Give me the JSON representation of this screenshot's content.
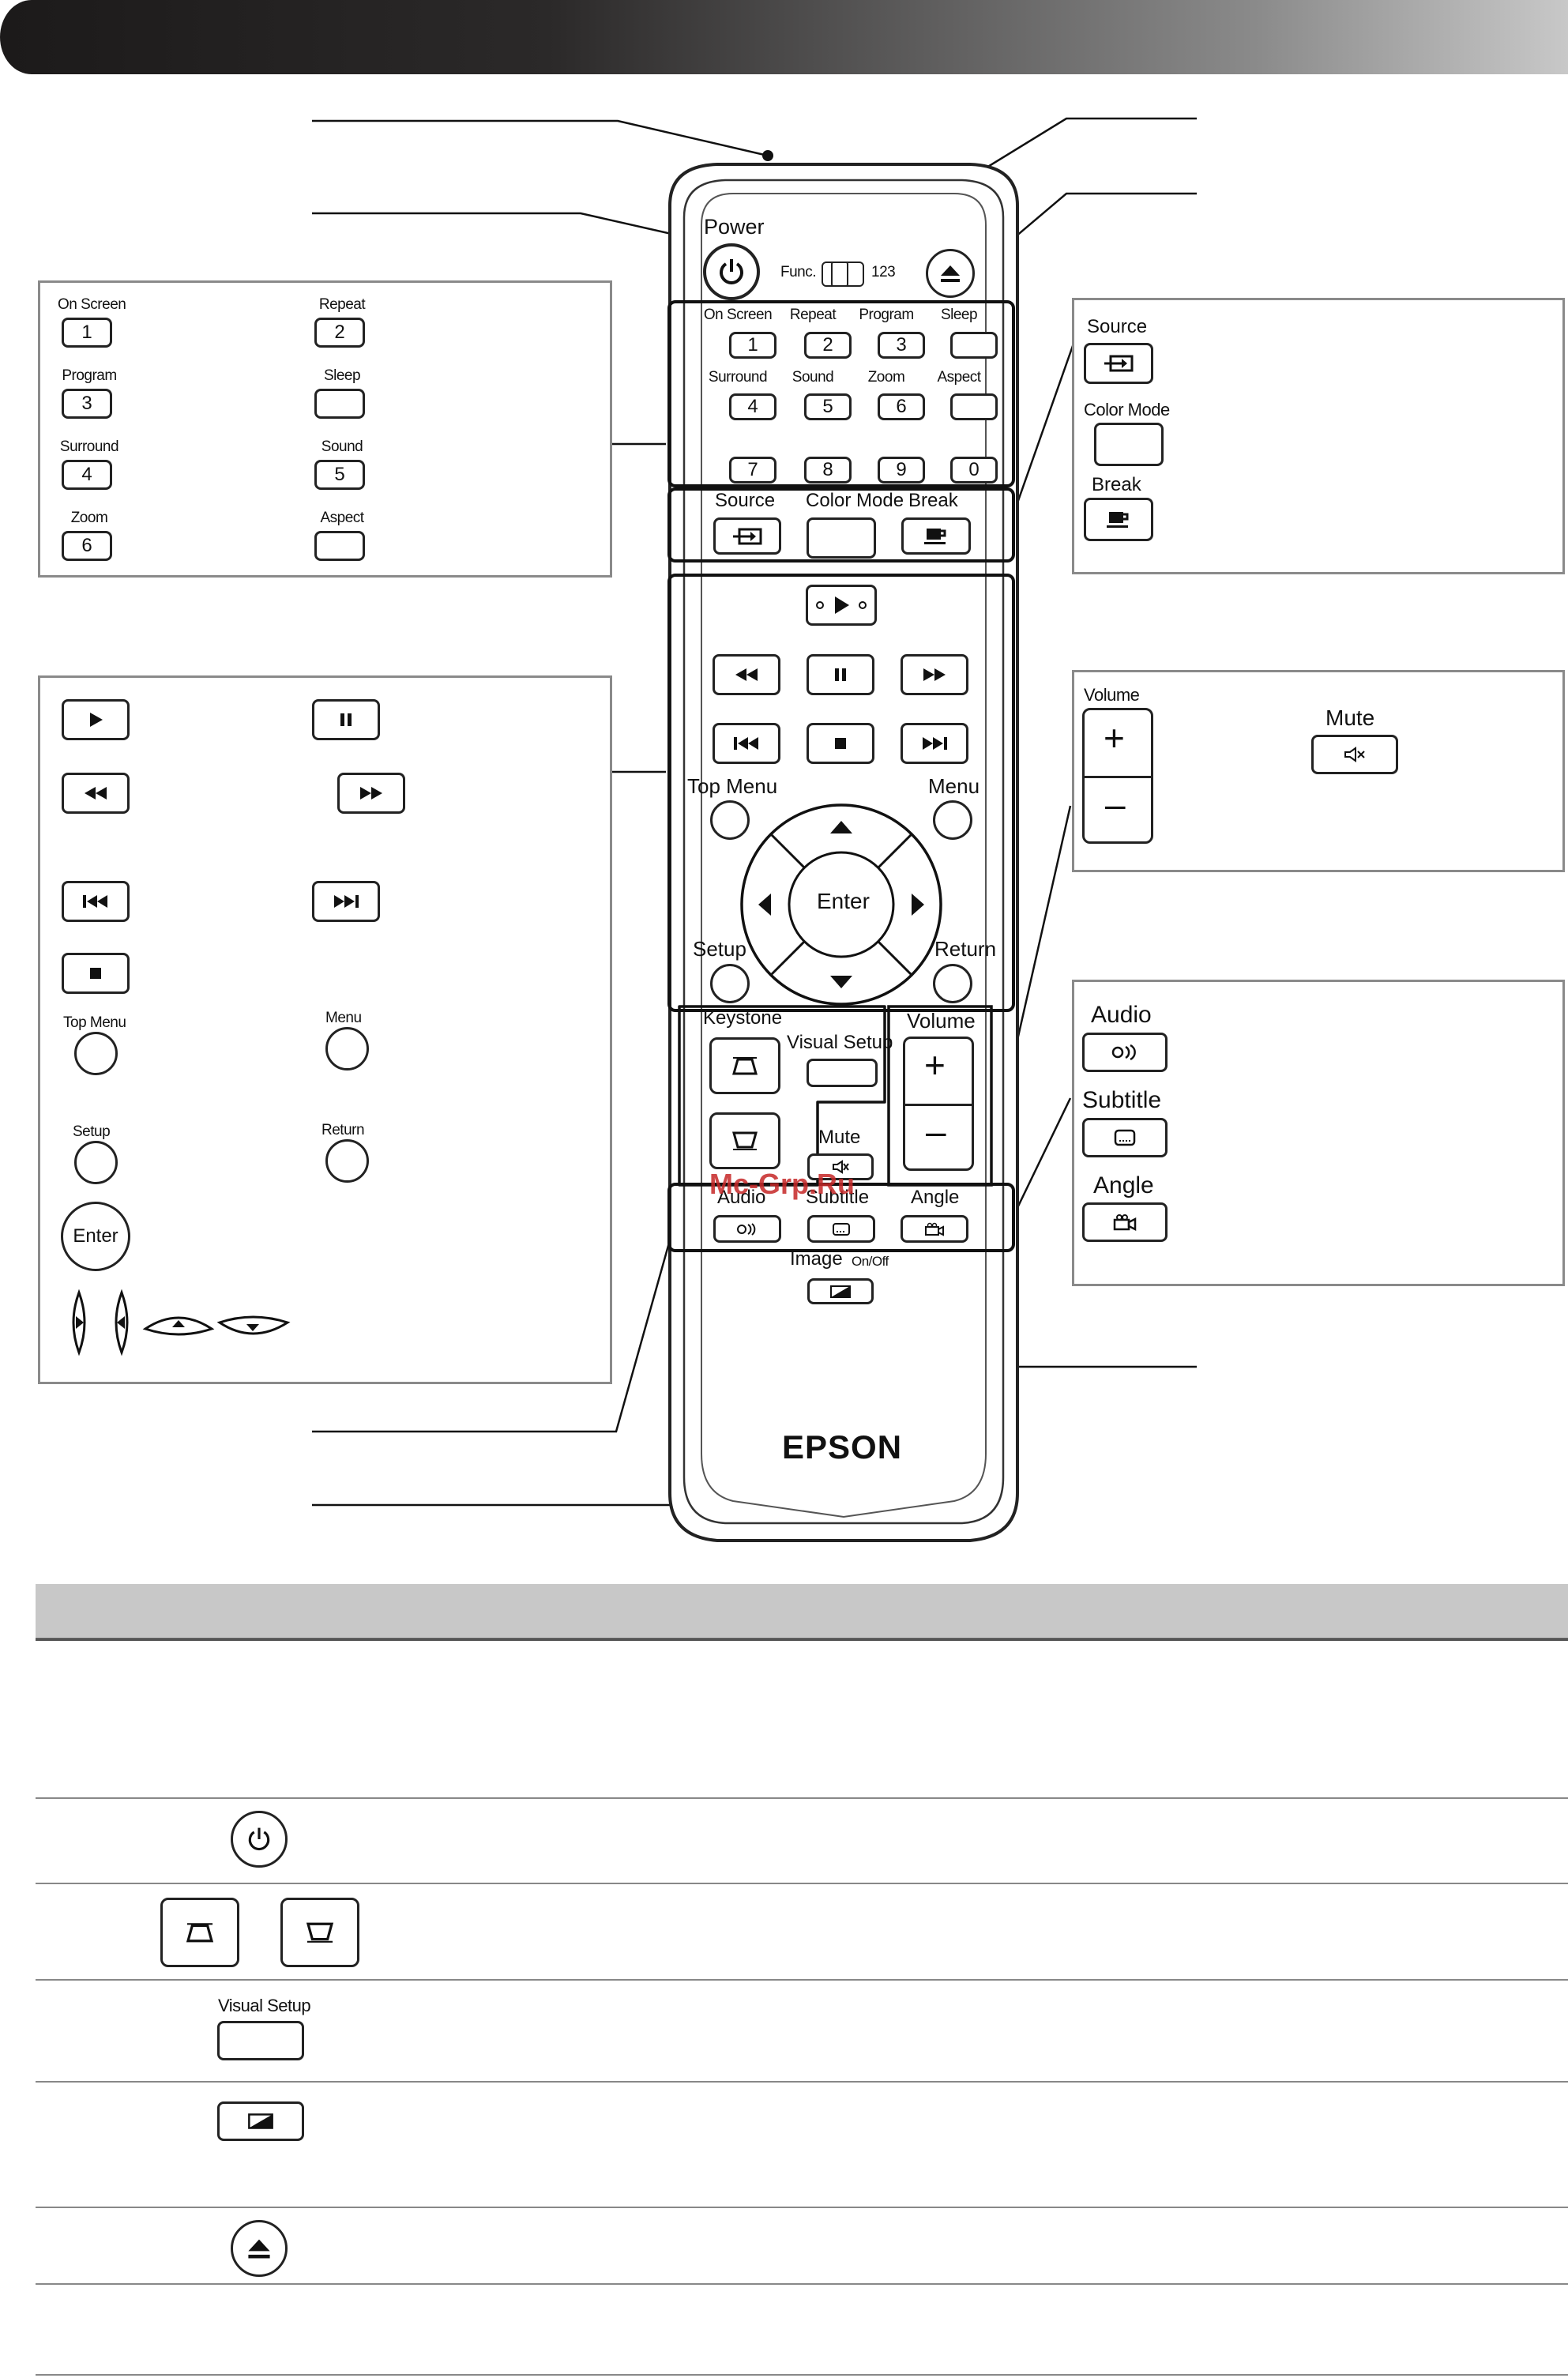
{
  "remote": {
    "brand": "EPSON",
    "power_label": "Power",
    "func_label": "Func.",
    "num_label": "123",
    "number_keys": [
      {
        "top": "On Screen",
        "key": "1"
      },
      {
        "top": "Repeat",
        "key": "2"
      },
      {
        "top": "Program",
        "key": "3"
      },
      {
        "top": "Sleep",
        "key": ""
      },
      {
        "top": "Surround",
        "key": "4"
      },
      {
        "top": "Sound",
        "key": "5"
      },
      {
        "top": "Zoom",
        "key": "6"
      },
      {
        "top": "Aspect",
        "key": ""
      },
      {
        "top": "",
        "key": "7"
      },
      {
        "top": "",
        "key": "8"
      },
      {
        "top": "",
        "key": "9"
      },
      {
        "top": "",
        "key": "0"
      }
    ],
    "source_label": "Source",
    "color_mode_label": "Color Mode",
    "break_label": "Break",
    "top_menu_label": "Top Menu",
    "menu_label": "Menu",
    "enter_label": "Enter",
    "setup_label": "Setup",
    "return_label": "Return",
    "keystone_label": "Keystone",
    "visual_setup_label": "Visual Setup",
    "volume_label": "Volume",
    "volume_plus": "+",
    "volume_minus": "–",
    "mute_label": "Mute",
    "audio_label": "Audio",
    "subtitle_label": "Subtitle",
    "angle_label": "Angle",
    "image_label": "Image",
    "image_onoff": "On/Off"
  },
  "left_panel_top": {
    "keys": [
      {
        "top": "On Screen",
        "key": "1"
      },
      {
        "top": "Repeat",
        "key": "2"
      },
      {
        "top": "Program",
        "key": "3"
      },
      {
        "top": "Sleep",
        "key": ""
      },
      {
        "top": "Surround",
        "key": "4"
      },
      {
        "top": "Sound",
        "key": "5"
      },
      {
        "top": "Zoom",
        "key": "6"
      },
      {
        "top": "Aspect",
        "key": ""
      }
    ]
  },
  "left_panel_bottom": {
    "top_menu": "Top Menu",
    "menu": "Menu",
    "setup": "Setup",
    "return": "Return",
    "enter": "Enter"
  },
  "right_panel_source": {
    "source": "Source",
    "color_mode": "Color Mode",
    "break": "Break"
  },
  "right_panel_volume": {
    "volume": "Volume",
    "plus": "+",
    "minus": "–",
    "mute": "Mute"
  },
  "right_panel_audio": {
    "audio": "Audio",
    "subtitle": "Subtitle",
    "angle": "Angle"
  },
  "table": {
    "visual_setup_label": "Visual Setup"
  },
  "watermark": "Mc-Grp.Ru"
}
